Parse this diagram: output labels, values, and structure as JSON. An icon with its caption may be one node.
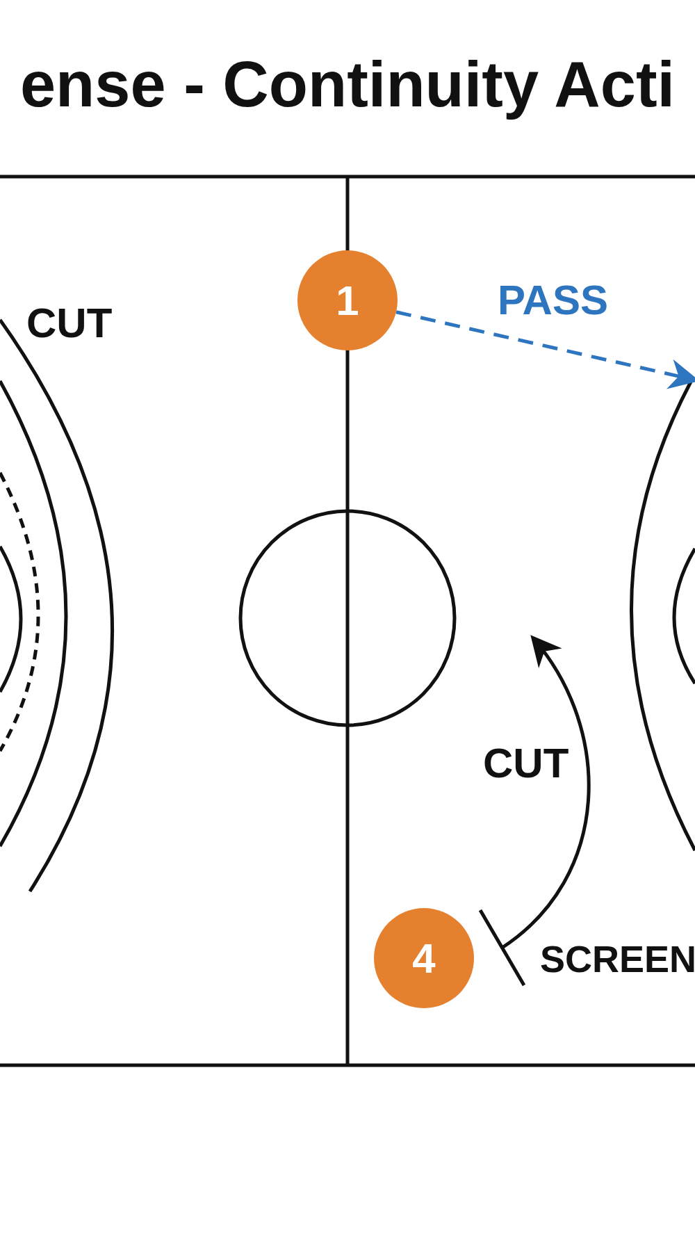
{
  "diagram": {
    "title": "ense - Continuity Acti",
    "nodes": [
      {
        "text": [
          "1"
        ]
      },
      {
        "text": [
          "4"
        ]
      },
      {
        "text": [],
        "shape": "bar",
        "beside": [
          "SCREEN"
        ]
      }
    ],
    "edges": [
      {
        "from": 0,
        "to": null,
        "arrow": "to",
        "label": "PASS",
        "style": "dashed",
        "color": "#2e75c0"
      },
      {
        "from": 2,
        "to": null,
        "arrow": "to",
        "label": "CUT",
        "color": "#111111"
      }
    ],
    "labels": [
      "CUT"
    ]
  }
}
